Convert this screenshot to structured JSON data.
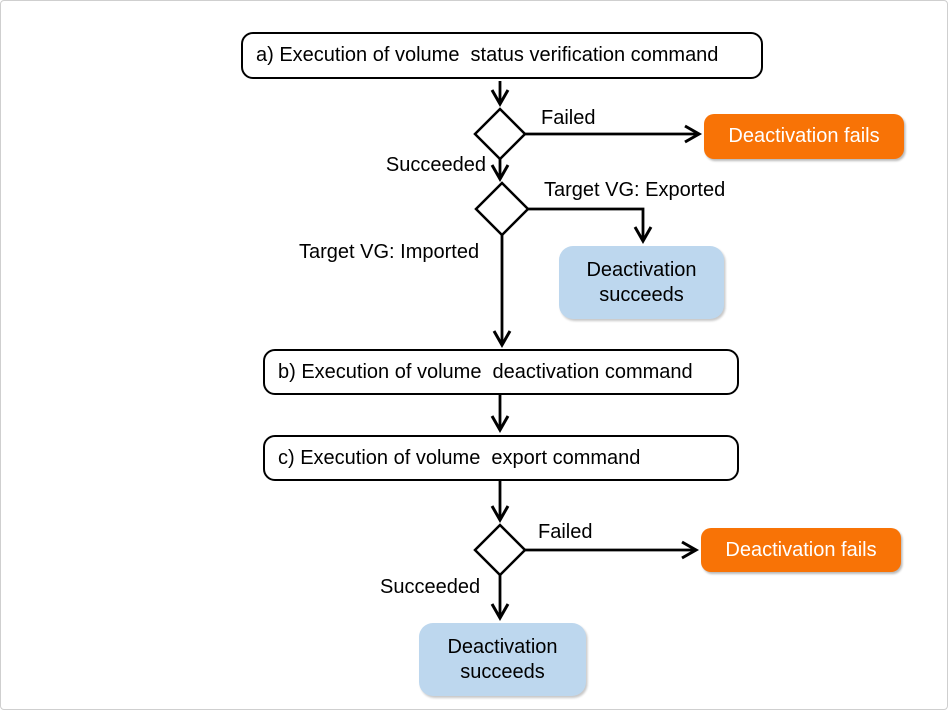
{
  "page": {
    "background": "#ffffff",
    "frame_border_color": "#cfcfcf"
  },
  "colors": {
    "fail_box": "#f87306",
    "fail_text": "#ffffff",
    "success_box": "#bdd7ee",
    "line": "#000000",
    "process_border": "#000000"
  },
  "nodes": {
    "step_a": {
      "label": "a) Execution of volume  status verification command"
    },
    "step_b": {
      "label": "b) Execution of volume  deactivation command"
    },
    "step_c": {
      "label": "c) Execution of volume  export command"
    },
    "fail_1": {
      "label": "Deactivation fails"
    },
    "fail_2": {
      "label": "Deactivation fails"
    },
    "success_1": {
      "line1": "Deactivation",
      "line2": "succeeds"
    },
    "success_2": {
      "line1": "Deactivation",
      "line2": "succeeds"
    }
  },
  "edge_labels": {
    "failed_1": "Failed",
    "succeeded_1": "Succeeded",
    "target_vg_exported": "Target VG: Exported",
    "target_vg_imported": "Target VG: Imported",
    "failed_2": "Failed",
    "succeeded_2": "Succeeded"
  }
}
